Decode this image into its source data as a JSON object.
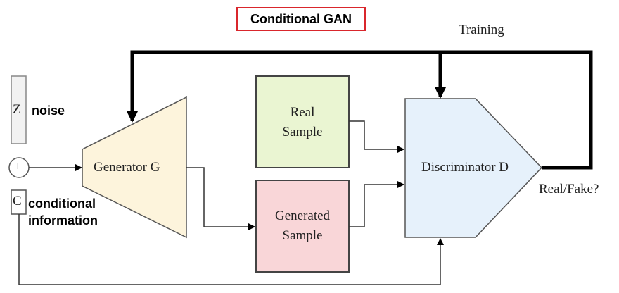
{
  "title": "Conditional GAN",
  "training_label": "Training",
  "noise": {
    "symbol": "Z",
    "label": "noise"
  },
  "plus_symbol": "+",
  "condition": {
    "symbol": "C",
    "label_line1": "conditional",
    "label_line2": "information"
  },
  "generator": {
    "label": "Generator G",
    "fill": "#fdf4dc"
  },
  "real_sample": {
    "line1": "Real",
    "line2": "Sample",
    "fill": "#eaf5d2"
  },
  "generated_sample": {
    "line1": "Generated",
    "line2": "Sample",
    "fill": "#f9d6d8"
  },
  "discriminator": {
    "label": "Discriminator D",
    "fill": "#e6f1fb"
  },
  "output_label": "Real/Fake?",
  "colors": {
    "title_border": "#d9262c",
    "stroke": "#555555",
    "thick": "#000000"
  }
}
